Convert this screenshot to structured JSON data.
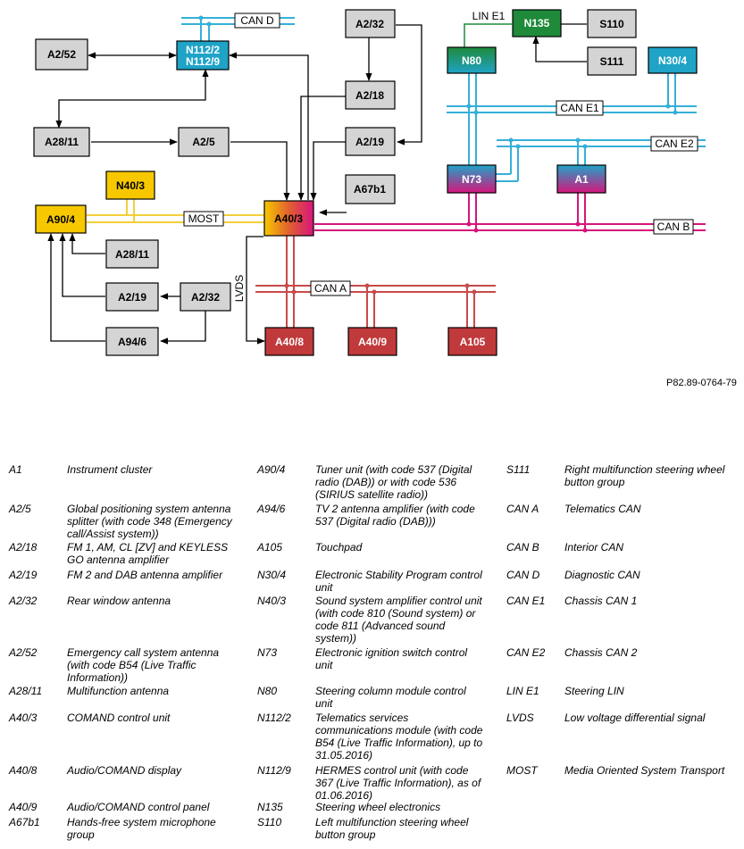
{
  "figure_ref": "P82.89-0764-79",
  "nodes": {
    "A2_52": "A2/52",
    "N112_2": "N112/2",
    "N112_9": "N112/9",
    "CAN_D": "CAN D",
    "A2_32_top": "A2/32",
    "A2_18": "A2/18",
    "A2_19_top": "A2/19",
    "A67b1": "A67b1",
    "A28_11_top": "A28/11",
    "A2_5": "A2/5",
    "N40_3": "N40/3",
    "A90_4": "A90/4",
    "MOST": "MOST",
    "A40_3": "A40/3",
    "A28_11_low": "A28/11",
    "A2_19_low": "A2/19",
    "A2_32_low": "A2/32",
    "A94_6": "A94/6",
    "LVDS": "LVDS",
    "CAN_A": "CAN A",
    "A40_8": "A40/8",
    "A40_9": "A40/9",
    "A105": "A105",
    "LIN_E1": "LIN E1",
    "N135": "N135",
    "S110": "S110",
    "S111": "S111",
    "N80": "N80",
    "N30_4": "N30/4",
    "CAN_E1": "CAN E1",
    "CAN_E2": "CAN E2",
    "N73": "N73",
    "A1": "A1",
    "CAN_B": "CAN B"
  },
  "colors": {
    "gray": "#d4d4d4",
    "yellow": "#f7c800",
    "teal_blue": "#1fa3c7",
    "green": "#1f8a3a",
    "red": "#c0393b",
    "magenta": "#d6157c",
    "can_blue": "#35b0d8",
    "most_yellow": "#f2cf3a",
    "can_red": "#c94a4a",
    "can_b": "#d6157c"
  },
  "legend": {
    "col1": [
      {
        "code": "A1",
        "desc": "Instrument cluster"
      },
      {
        "code": "A2/5",
        "desc": "Global positioning system antenna splitter (with code 348 (Emergency call/Assist system))"
      },
      {
        "code": "A2/18",
        "desc": "FM 1, AM, CL [ZV] and KEYLESS GO antenna amplifier"
      },
      {
        "code": "A2/19",
        "desc": "FM 2 and DAB antenna amplifier"
      },
      {
        "code": "A2/32",
        "desc": "Rear window antenna"
      },
      {
        "code": "A2/52",
        "desc": "Emergency call system antenna (with code B54 (Live Traffic Information))"
      },
      {
        "code": "A28/11",
        "desc": "Multifunction antenna"
      },
      {
        "code": "A40/3",
        "desc": "COMAND control unit"
      },
      {
        "code": "A40/8",
        "desc": "Audio/COMAND display"
      },
      {
        "code": "A40/9",
        "desc": "Audio/COMAND control panel"
      },
      {
        "code": "A67b1",
        "desc": "Hands-free system microphone group"
      }
    ],
    "col2": [
      {
        "code": "A90/4",
        "desc": "Tuner unit (with code 537 (Digital radio (DAB)) or with code 536 (SIRIUS satellite radio))"
      },
      {
        "code": "A94/6",
        "desc": "TV 2 antenna amplifier (with code 537 (Digital radio (DAB)))"
      },
      {
        "code": "A105",
        "desc": "Touchpad"
      },
      {
        "code": "N30/4",
        "desc": "Electronic Stability Program control unit"
      },
      {
        "code": "N40/3",
        "desc": "Sound system amplifier control unit (with code 810 (Sound system) or code 811 (Advanced sound system))"
      },
      {
        "code": "N73",
        "desc": "Electronic ignition switch control unit"
      },
      {
        "code": "N80",
        "desc": "Steering column module control unit"
      },
      {
        "code": "N112/2",
        "desc": "Telematics services communications module (with code B54 (Live Traffic Information), up to 31.05.2016)"
      },
      {
        "code": "N112/9",
        "desc": "HERMES control unit (with code 367 (Live Traffic Information), as of 01.06.2016)"
      },
      {
        "code": "N135",
        "desc": "Steering wheel electronics"
      },
      {
        "code": "S110",
        "desc": "Left multifunction steering wheel button group"
      }
    ],
    "col3": [
      {
        "code": "S111",
        "desc": "Right multifunction steering wheel button group"
      },
      {
        "code": "CAN A",
        "desc": "Telematics CAN"
      },
      {
        "code": "CAN B",
        "desc": "Interior CAN"
      },
      {
        "code": "CAN D",
        "desc": "Diagnostic CAN"
      },
      {
        "code": "CAN E1",
        "desc": "Chassis CAN 1"
      },
      {
        "code": "CAN E2",
        "desc": "Chassis CAN 2"
      },
      {
        "code": "LIN E1",
        "desc": "Steering LIN"
      },
      {
        "code": "LVDS",
        "desc": "Low voltage differential signal"
      },
      {
        "code": "MOST",
        "desc": "Media Oriented System Transport"
      }
    ]
  }
}
